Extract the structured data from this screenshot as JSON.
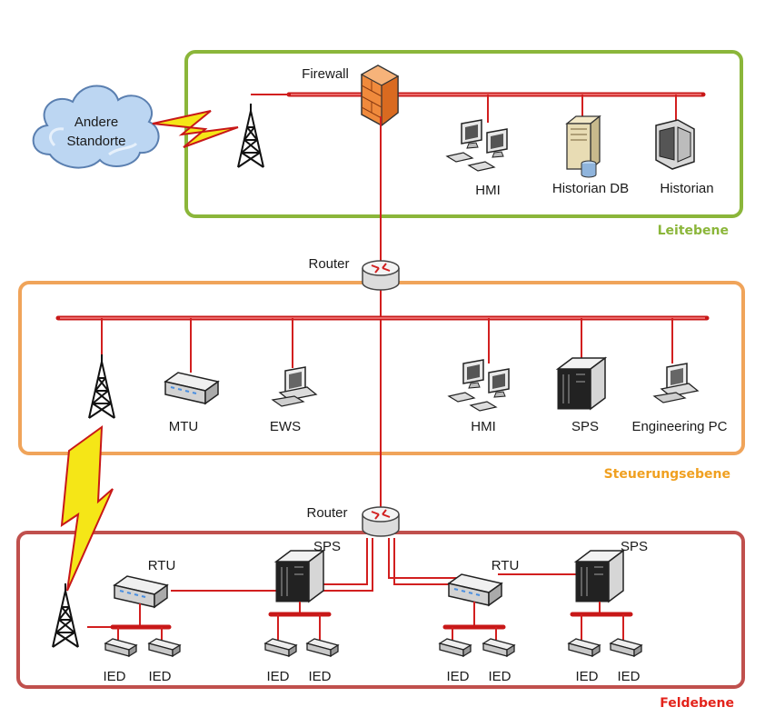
{
  "cloud": {
    "line1": "Andere",
    "line2": "Standorte"
  },
  "zones": {
    "leit": {
      "label": "Leitebene",
      "color": "#8bb63a"
    },
    "steuer": {
      "label": "Steuerungsebene",
      "color": "#f0a45a",
      "label_color": "#f0a020"
    },
    "feld": {
      "label": "Feldebene",
      "color": "#c0504d",
      "label_color": "#e3231b"
    }
  },
  "leit_nodes": {
    "firewall": "Firewall",
    "hmi": "HMI",
    "historian_db": "Historian DB",
    "historian": "Historian"
  },
  "routers": {
    "top": "Router",
    "bottom": "Router"
  },
  "steuer_nodes": {
    "mtu": "MTU",
    "ews": "EWS",
    "hmi": "HMI",
    "sps": "SPS",
    "engineering_pc": "Engineering PC"
  },
  "feld_nodes": {
    "rtu1": "RTU",
    "sps1": "SPS",
    "rtu2": "RTU",
    "sps2": "SPS",
    "ied": [
      "IED",
      "IED",
      "IED",
      "IED",
      "IED",
      "IED",
      "IED",
      "IED"
    ]
  },
  "colors": {
    "wire": "#d21f1f",
    "lightning": "#f5e617"
  }
}
